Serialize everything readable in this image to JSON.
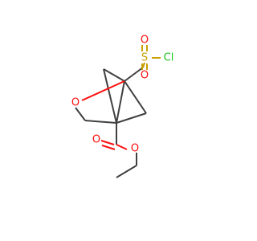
{
  "colors": {
    "carbon": "#404040",
    "oxygen": "#ff0d0d",
    "sulfur": "#c8a000",
    "chlorine": "#1fc41f"
  },
  "atoms": {
    "sulfur": "S",
    "sulfonyl_oxygen_top": "O",
    "sulfonyl_oxygen_bottom": "O",
    "chlorine": "Cl",
    "ring_oxygen": "O",
    "carbonyl_oxygen": "O",
    "ester_oxygen": "O"
  }
}
